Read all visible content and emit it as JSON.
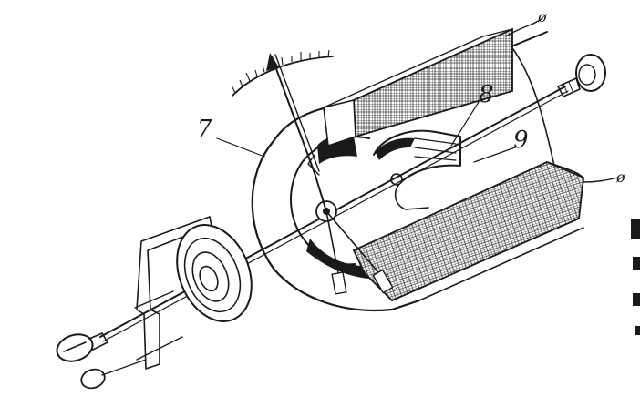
{
  "figure": {
    "callouts": [
      {
        "id": "label-7",
        "text": "7"
      },
      {
        "id": "label-8",
        "text": "8"
      },
      {
        "id": "label-9",
        "text": "9"
      }
    ],
    "terminal_symbols": [
      {
        "id": "terminal-top",
        "text": "ø"
      },
      {
        "id": "terminal-right",
        "text": "ø"
      }
    ],
    "colors": {
      "ink": "#1a1a1a",
      "paper": "#ffffff",
      "hatch": "#3a3a3a"
    }
  }
}
